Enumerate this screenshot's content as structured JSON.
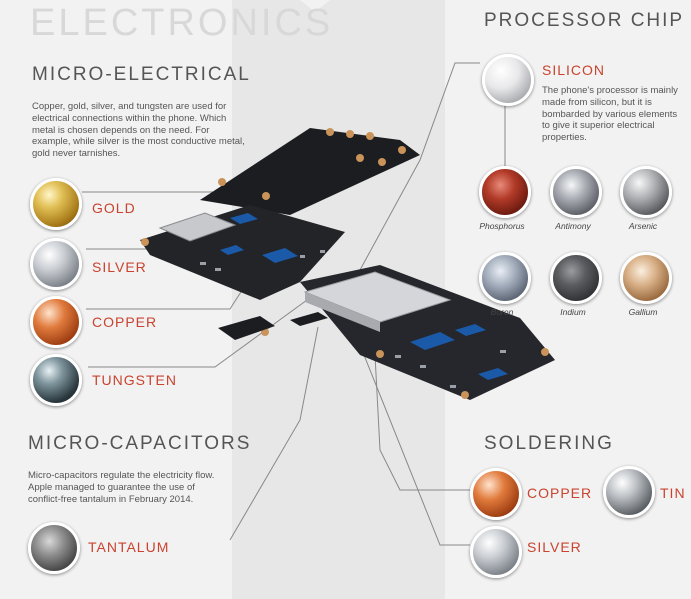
{
  "header": {
    "title": "ELECTRONICS",
    "processor_title": "PROCESSOR CHIP"
  },
  "micro_electrical": {
    "heading": "MICRO-ELECTRICAL",
    "text": "Copper, gold, silver, and tungsten are used for electrical connections within the phone. Which metal is chosen depends on the need. For example, while silver is the most conductive metal, gold never tarnishes.",
    "items": [
      {
        "label": "GOLD",
        "icon": "gold-sphere"
      },
      {
        "label": "SILVER",
        "icon": "silver-sphere"
      },
      {
        "label": "COPPER",
        "icon": "copper-sphere"
      },
      {
        "label": "TUNGSTEN",
        "icon": "tungsten-sphere"
      }
    ]
  },
  "processor": {
    "silicon_label": "SILICON",
    "text": "The phone's processor is mainly made from silicon, but it is bombarded by various elements to give it superior electrical properties.",
    "elements": [
      "Phosphorus",
      "Antimony",
      "Arsenic",
      "Boron",
      "Indium",
      "Gallium"
    ]
  },
  "micro_capacitors": {
    "heading": "MICRO-CAPACITORS",
    "text": "Micro-capacitors regulate the electricity flow. Apple managed to guarantee the use of conflict-free tantalum in February 2014.",
    "item_label": "TANTALUM"
  },
  "soldering": {
    "heading": "SOLDERING",
    "items": [
      "COPPER",
      "TIN",
      "SILVER"
    ]
  },
  "colors": {
    "accent": "#c9432f",
    "background": "#f2f2f2",
    "band": "#e7e7e7"
  }
}
